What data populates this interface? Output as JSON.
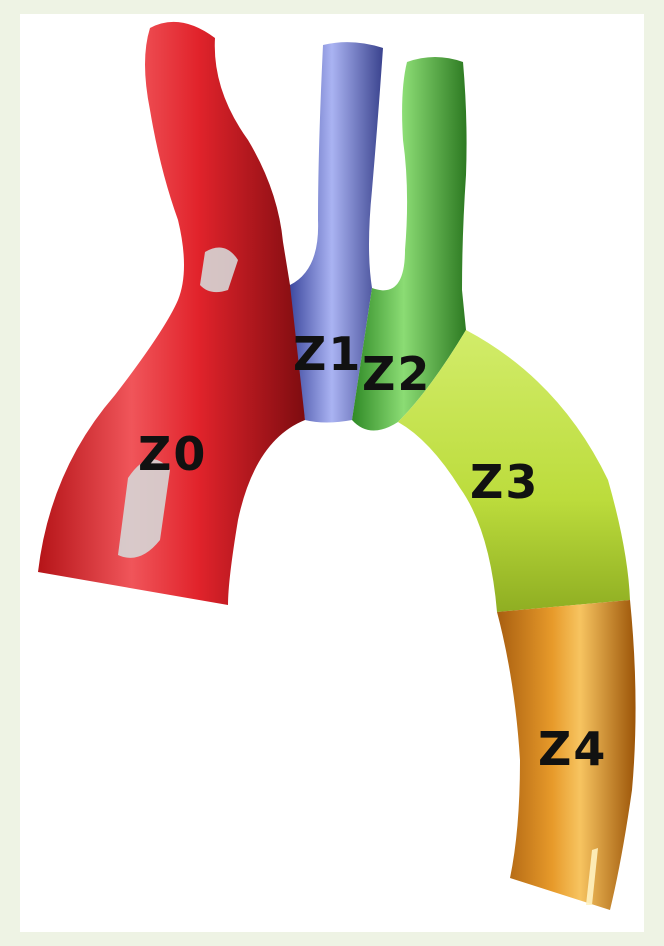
{
  "figure": {
    "zones": [
      {
        "id": "z0",
        "label": "Z0",
        "color": "#e1232b"
      },
      {
        "id": "z1",
        "label": "Z1",
        "color": "#5b69c2"
      },
      {
        "id": "z2",
        "label": "Z2",
        "color": "#4cae3c"
      },
      {
        "id": "z3",
        "label": "Z3",
        "color": "#bcdc3c"
      },
      {
        "id": "z4",
        "label": "Z4",
        "color": "#dc8a1c"
      }
    ]
  }
}
